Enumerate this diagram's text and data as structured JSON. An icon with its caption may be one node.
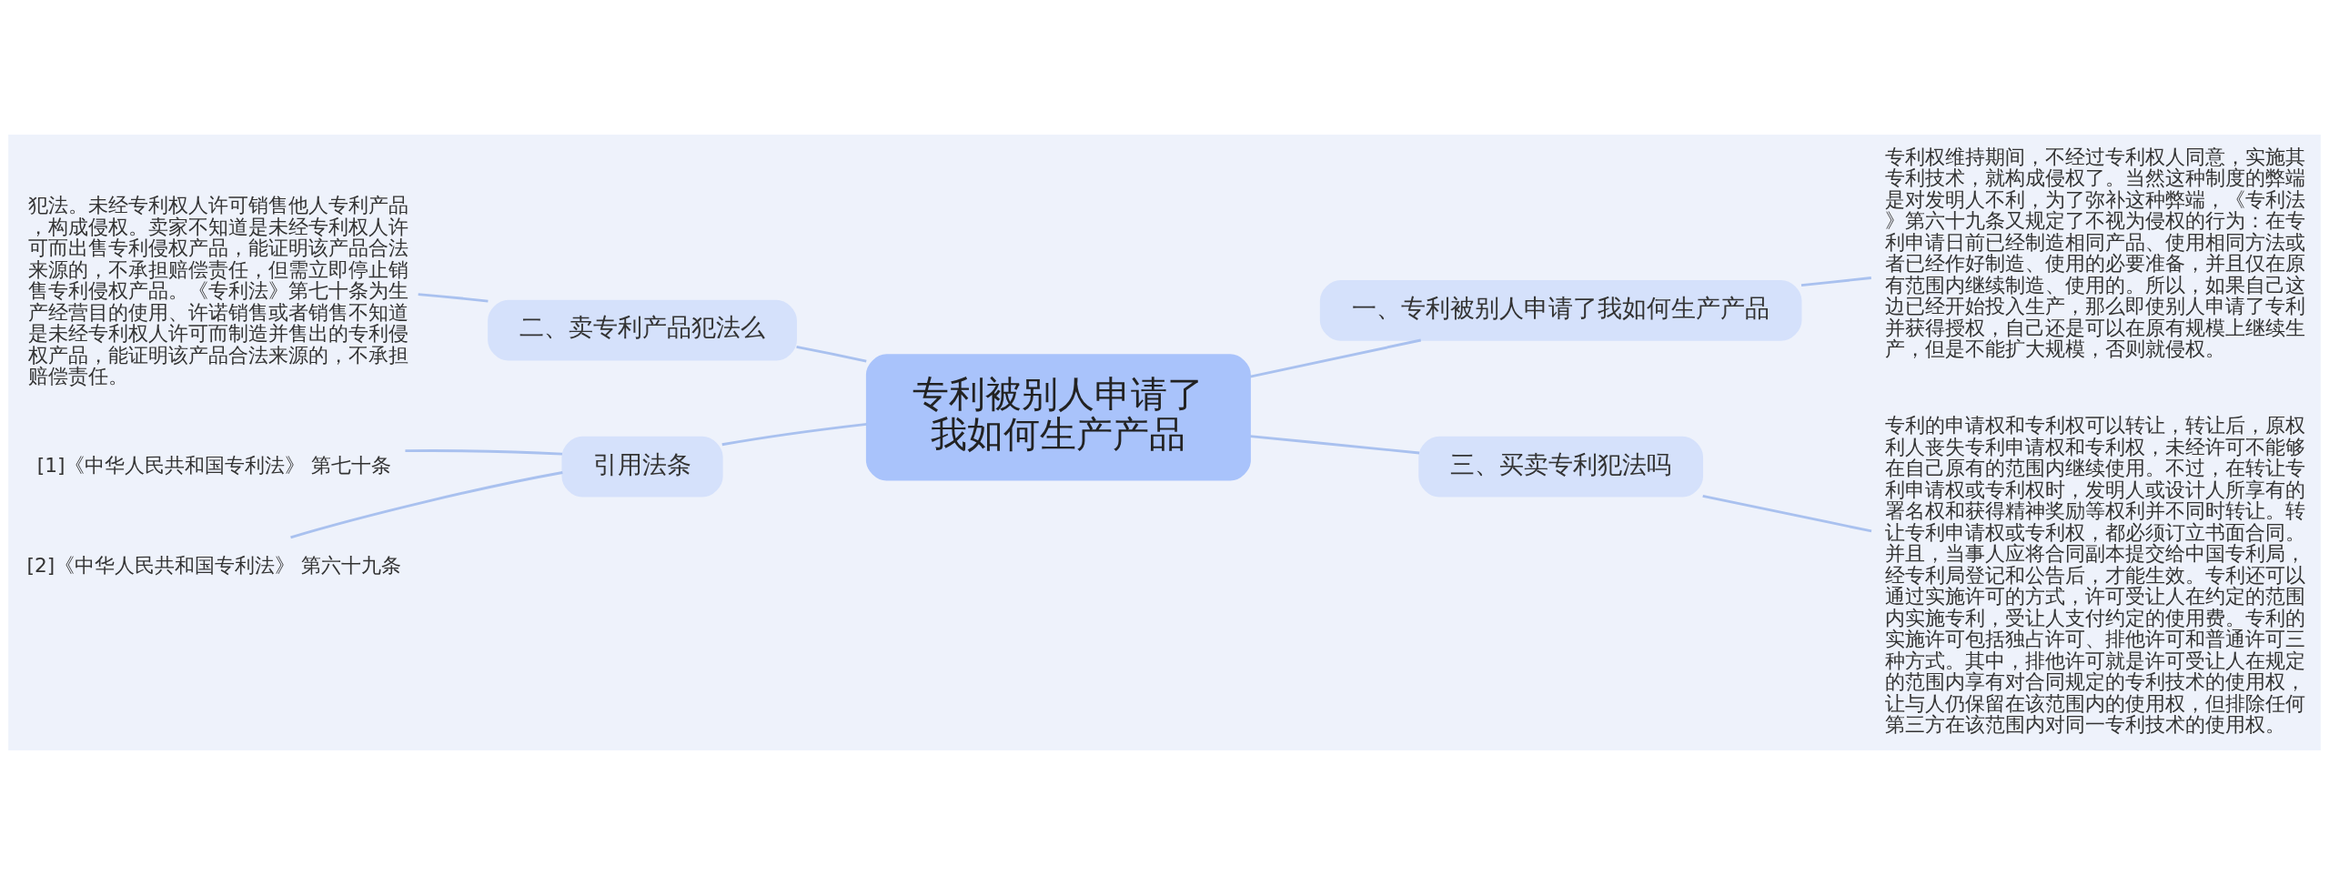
{
  "diagram": {
    "nodes": [
      {
        "text": [
          "专利被别人申请了我如何生产产品"
        ]
      },
      {
        "text": [
          "一、专利被别人申请了我如何生产产品"
        ]
      },
      {
        "text": [
          "专利权维持期间，不经过专利权人同意，实施其专利技术，就构成侵权了。当然这种制度的弊端是对发明人不利，为了弥补这种弊端，《专利法》第六十九条又规定了不视为侵权的行为：在专利申请日前已经制造相同产品、使用相同方法或者已经作好制造、使用的必要准备，并且仅在原有范围内继续制造、使用的。所以，如果自己这边已经开始投入生产，那么即使别人申请了专利并获得授权，自己还是可以在原有规模上继续生产，但是不能扩大规模，否则就侵权。"
        ]
      },
      {
        "text": [
          "三、买卖专利犯法吗"
        ]
      },
      {
        "text": [
          "专利的申请权和专利权可以转让，转让后，原权利人丧失专利申请权和专利权，未经许可不能够在自己原有的范围内继续使用。不过，在转让专利申请权或专利权时，发明人或设计人所享有的署名权和获得精神奖励等权利并不同时转让。转让专利申请权或专利权，都必须订立书面合同。并且，当事人应将合同副本提交给中国专利局，经专利局登记和公告后，才能生效。专利还可以通过实施许可的方式，许可受让人在约定的范围内实施专利，受让人支付约定的使用费。专利的实施许可包括独占许可、排他许可和普通许可三种方式。其中，排他许可就是许可受让人在规定的范围内享有对合同规定的专利技术的使用权，让与人仍保留在该范围内的使用权，但排除任何第三方在该范围内对同一专利技术的使用权。"
        ]
      },
      {
        "text": [
          "二、卖专利产品犯法么"
        ]
      },
      {
        "text": [
          "犯法。未经专利权人许可销售他人专利产品，构成侵权。卖家不知道是未经专利权人许可而出售专利侵权产品，能证明该产品合法来源的，不承担赔偿责任，但需立即停止销售专利侵权产品。《专利法》第七十条为生产经营目的使用、许诺销售或者销售不知道是未经专利权人许可而制造并售出的专利侵权产品，能证明该产品合法来源的，不承担赔偿责任。"
        ]
      },
      {
        "text": [
          "引用法条"
        ]
      },
      {
        "text": [
          "[1]《中华人民共和国专利法》 第七十条"
        ]
      },
      {
        "text": [
          "[2]《中华人民共和国专利法》 第六十九条"
        ]
      }
    ],
    "edges": [
      {
        "from": 0,
        "to": 1,
        "arrow": "none"
      },
      {
        "from": 1,
        "to": 2,
        "arrow": "none"
      },
      {
        "from": 0,
        "to": 3,
        "arrow": "none"
      },
      {
        "from": 3,
        "to": 4,
        "arrow": "none"
      },
      {
        "from": 0,
        "to": 5,
        "arrow": "none"
      },
      {
        "from": 5,
        "to": 6,
        "arrow": "none"
      },
      {
        "from": 0,
        "to": 7,
        "arrow": "none"
      },
      {
        "from": 7,
        "to": 8,
        "arrow": "none"
      },
      {
        "from": 7,
        "to": 9,
        "arrow": "none"
      }
    ]
  }
}
